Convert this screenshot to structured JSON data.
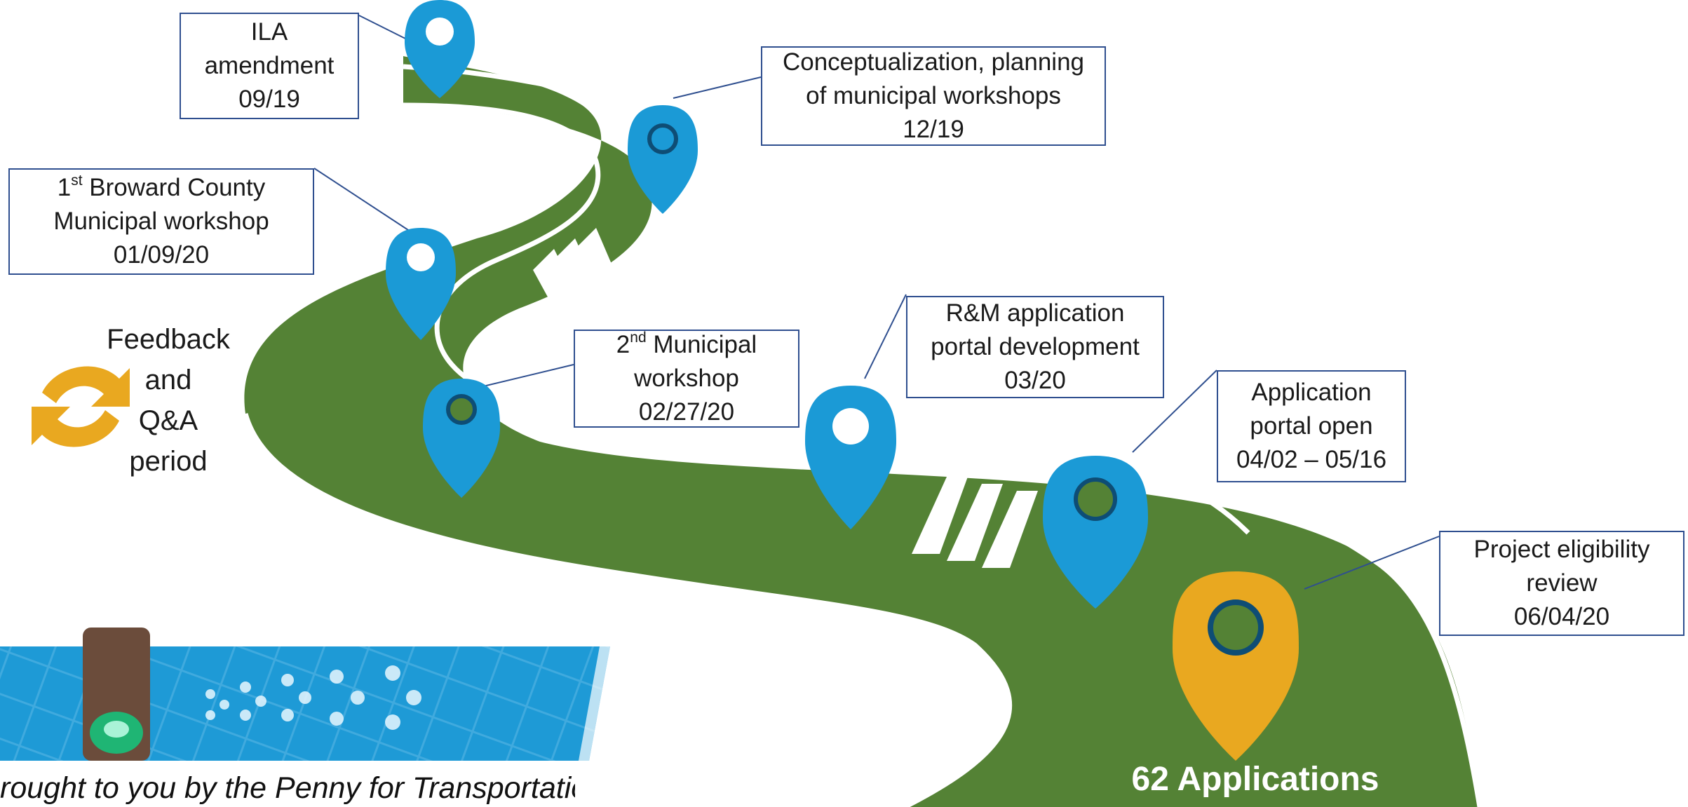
{
  "milestones": [
    {
      "id": "ila",
      "lines": [
        "ILA",
        "amendment",
        "09/19"
      ]
    },
    {
      "id": "concept",
      "lines": [
        "Conceptualization, planning",
        "of municipal workshops",
        "12/19"
      ]
    },
    {
      "id": "workshop1",
      "ordinal": "1",
      "suffix": "st",
      "lines": [
        " Broward County",
        "Municipal workshop",
        "01/09/20"
      ]
    },
    {
      "id": "workshop2",
      "ordinal": "2",
      "suffix": "nd",
      "lines": [
        " Municipal",
        "workshop",
        "02/27/20"
      ]
    },
    {
      "id": "portal_dev",
      "lines": [
        "R&M application",
        "portal development",
        "03/20"
      ]
    },
    {
      "id": "portal_open",
      "lines": [
        "Application",
        "portal open",
        "04/02 – 05/16"
      ]
    },
    {
      "id": "eligibility",
      "lines": [
        "Project eligibility",
        "review",
        "06/04/20"
      ]
    }
  ],
  "feedback": {
    "lines": [
      "Feedback",
      "and",
      "Q&A",
      "period"
    ]
  },
  "result": {
    "label": "62 Applications"
  },
  "banner": {
    "caption": "rought to you by the Penny for Transportation"
  },
  "colors": {
    "road": "#548235",
    "road_edge": "#ffffff",
    "pin_blue": "#1b9ad6",
    "pin_gold": "#e9a820",
    "box_border": "#2f4f8f",
    "cycle_arrows": "#e9a820",
    "banner_blue": "#1e9ad6"
  },
  "icons": [
    "map-pin-icon",
    "refresh-cycle-icon",
    "traffic-light-icon",
    "chevron-arrows-icon"
  ]
}
